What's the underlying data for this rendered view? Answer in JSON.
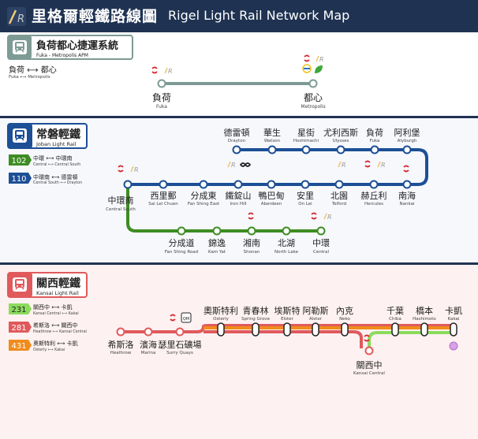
{
  "header": {
    "title_zh": "里格爾輕鐵路線圖",
    "title_en": "Rigel Light Rail Network Map"
  },
  "colors": {
    "header_bg": "#1f3252",
    "apm": "#7d9b94",
    "joban_blue": "#1c4f95",
    "joban_green": "#3d8c22",
    "kansai_red": "#e05a5c",
    "kansai_orange": "#f08c1c",
    "kansai_green": "#8cdb5c",
    "kansai_pink_bg": "#fdf1f1"
  },
  "sections": {
    "apm": {
      "name_zh": "負荷都心捷運系統",
      "name_en": "Fuka - Metropolis APM",
      "route_zh": "負荷 ⟷ 都心",
      "route_en": "Fuka ⟷ Metropolis",
      "stations": [
        {
          "zh": "負荷",
          "en": "Fuka"
        },
        {
          "zh": "都心",
          "en": "Metropolis"
        }
      ]
    },
    "joban": {
      "name_zh": "常磐輕鐵",
      "name_en": "Joban Light Rail",
      "routes": [
        {
          "num": "102",
          "zh": "中環 ⟷ 中環南",
          "en": "Central ⟷ Central South"
        },
        {
          "num": "110",
          "zh": "中環南 ⟷ 德雷頓",
          "en": "Central South ⟷ Drayton"
        }
      ],
      "top_stations": [
        {
          "zh": "德雷頓",
          "en": "Drayton"
        },
        {
          "zh": "華生",
          "en": "Watson"
        },
        {
          "zh": "星街",
          "en": "Hoshimachi"
        },
        {
          "zh": "尤利西斯",
          "en": "Ulysses"
        },
        {
          "zh": "負荷",
          "en": "Fuka"
        },
        {
          "zh": "阿利堡",
          "en": "Alyburgh"
        }
      ],
      "main_stations": [
        {
          "zh": "中環南",
          "en": "Central South"
        },
        {
          "zh": "西里郵",
          "en": "Sai Lei Chuen"
        },
        {
          "zh": "分成東",
          "en": "Fan Shing East"
        },
        {
          "zh": "鐵錠山",
          "en": "Iron Hill"
        },
        {
          "zh": "鴨巴甸",
          "en": "Aberdeen"
        },
        {
          "zh": "安里",
          "en": "On Lei"
        },
        {
          "zh": "北園",
          "en": "Telford"
        },
        {
          "zh": "赫丘利",
          "en": "Hercules"
        },
        {
          "zh": "南海",
          "en": "Nankai"
        }
      ],
      "bottom_stations": [
        {
          "zh": "分成道",
          "en": "Fan Shing Road"
        },
        {
          "zh": "錦逸",
          "en": "Kam Yat"
        },
        {
          "zh": "湘南",
          "en": "Shonan"
        },
        {
          "zh": "北湖",
          "en": "North Lake"
        },
        {
          "zh": "中環",
          "en": "Central"
        }
      ]
    },
    "kansai": {
      "name_zh": "關西輕鐵",
      "name_en": "Kansai Light Rail",
      "routes": [
        {
          "num": "231",
          "zh": "關西中 ⟷ 卡凱",
          "en": "Kansai Central ⟷ Kakai"
        },
        {
          "num": "281",
          "zh": "希斯洛 ⟷ 關西中",
          "en": "Heathrow ⟷ Kansai Central"
        },
        {
          "num": "431",
          "zh": "奧斯特利 ⟷ 卡凱",
          "en": "Osterly ⟷ Kakai"
        }
      ],
      "left_stations": [
        {
          "zh": "希斯洛",
          "en": "Heathrow"
        },
        {
          "zh": "濱海",
          "en": "Marina"
        },
        {
          "zh": "瑟里石礦場",
          "en": "Surry Quays"
        }
      ],
      "main_stations": [
        {
          "zh": "奧斯特利",
          "en": "Osterly"
        },
        {
          "zh": "青春林",
          "en": "Spring Grove"
        },
        {
          "zh": "埃斯特",
          "en": "Elster"
        },
        {
          "zh": "阿勒斯",
          "en": "Alster"
        },
        {
          "zh": "內克",
          "en": "Neko"
        },
        {
          "zh": "千葉",
          "en": "Chiba"
        },
        {
          "zh": "橋本",
          "en": "Hashimoto"
        },
        {
          "zh": "卡凱",
          "en": "Kakai"
        }
      ],
      "branch_station": {
        "zh": "關西中",
        "en": "Kansai Central"
      },
      "badge": "QM"
    }
  }
}
